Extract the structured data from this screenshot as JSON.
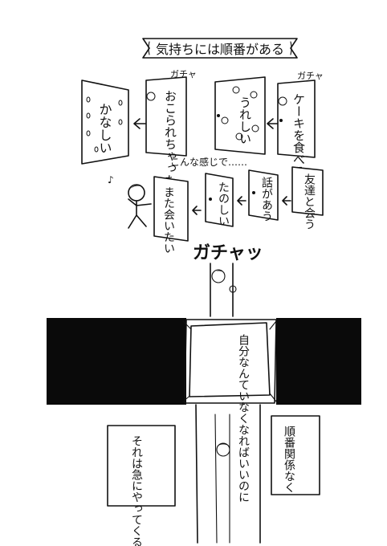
{
  "title_banner": "気持ちには順番がある",
  "top_row": {
    "sfx_left": "ガチャ",
    "sfx_right": "ガチャ",
    "doors": [
      "かなしい",
      "おこられちゃった",
      "うれしい",
      "ケーキを食べる"
    ]
  },
  "middle_row": {
    "caption": "こんな感じで……",
    "music_note": "♪",
    "doors": [
      "また会いたい",
      "たのしい",
      "話があう",
      "友達と会う"
    ]
  },
  "sfx_big": "ガチャッ",
  "center_panel_text": "自分なんていなくなればいいのに",
  "bottom_left_text": "それは急にやってくる",
  "bottom_right_text": "順番関係なく",
  "colors": {
    "ink": "#111111",
    "paper": "#ffffff",
    "black_band": "#0a0a0a"
  }
}
